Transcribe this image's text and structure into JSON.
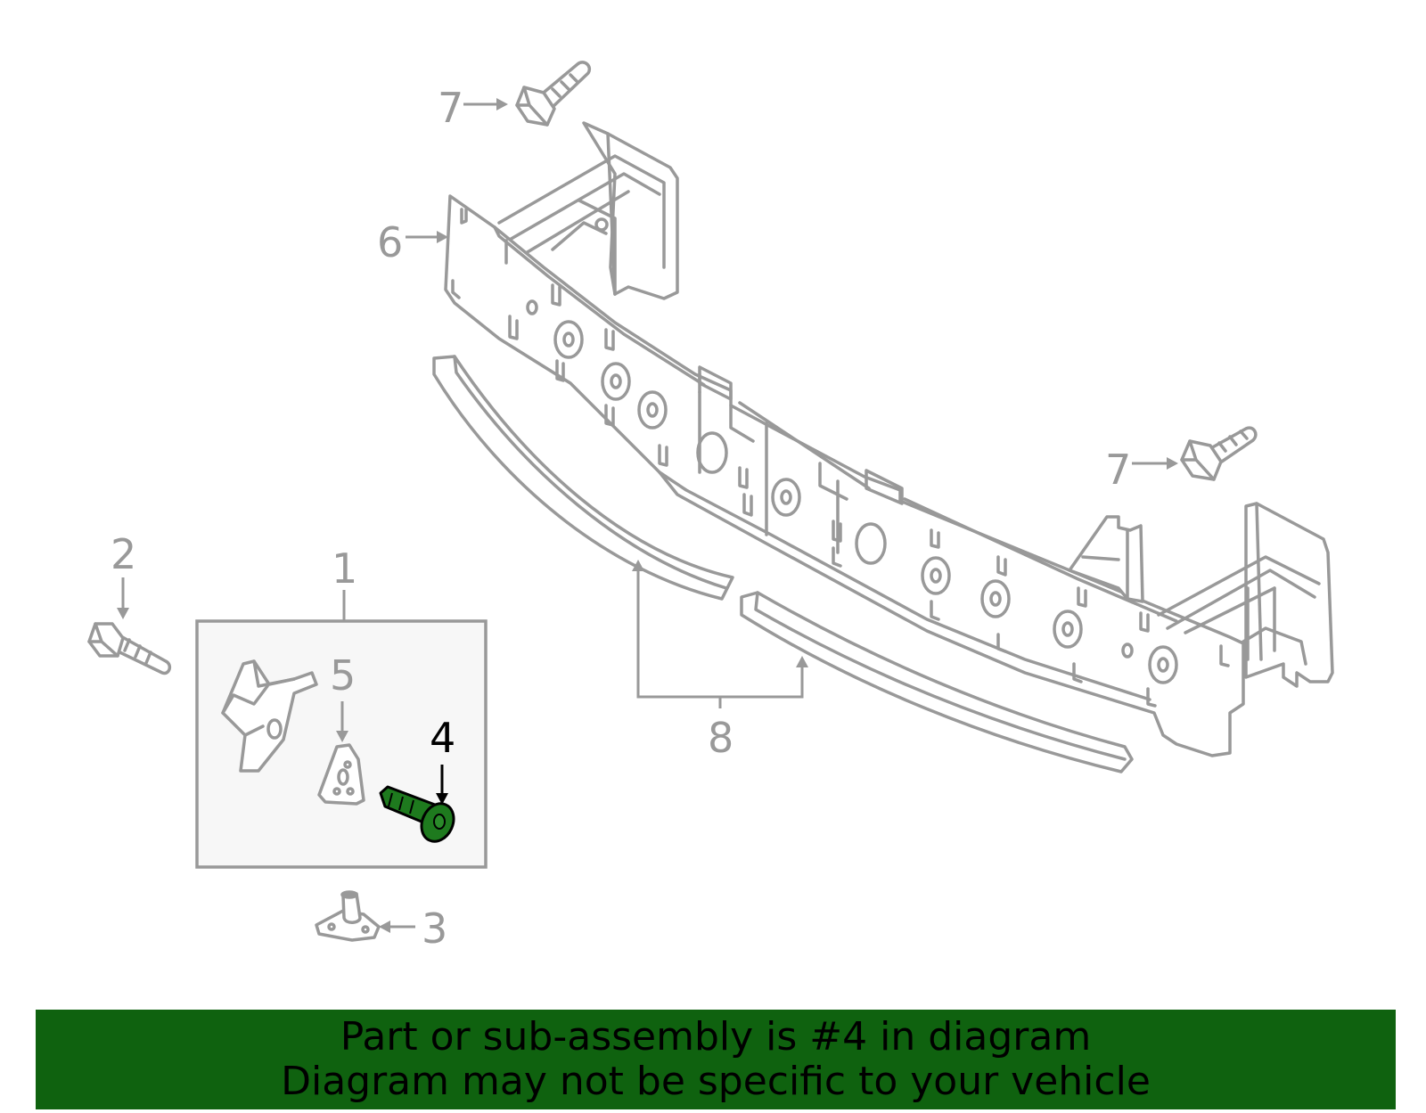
{
  "labels": {
    "part_1": "1",
    "part_2": "2",
    "part_3": "3",
    "part_4": "4",
    "part_5": "5",
    "part_6": "6",
    "part_7a": "7",
    "part_7b": "7",
    "part_8": "8"
  },
  "highlighted_part": "4",
  "banner": {
    "line1": "Part or sub-assembly is #4 in diagram",
    "line2": "Diagram may not be specific to your vehicle"
  },
  "colors": {
    "part_lines": "#999999",
    "highlight": "#1e7a1e",
    "banner_bg": "#0f620f",
    "box_fill": "#f7f7f7"
  }
}
